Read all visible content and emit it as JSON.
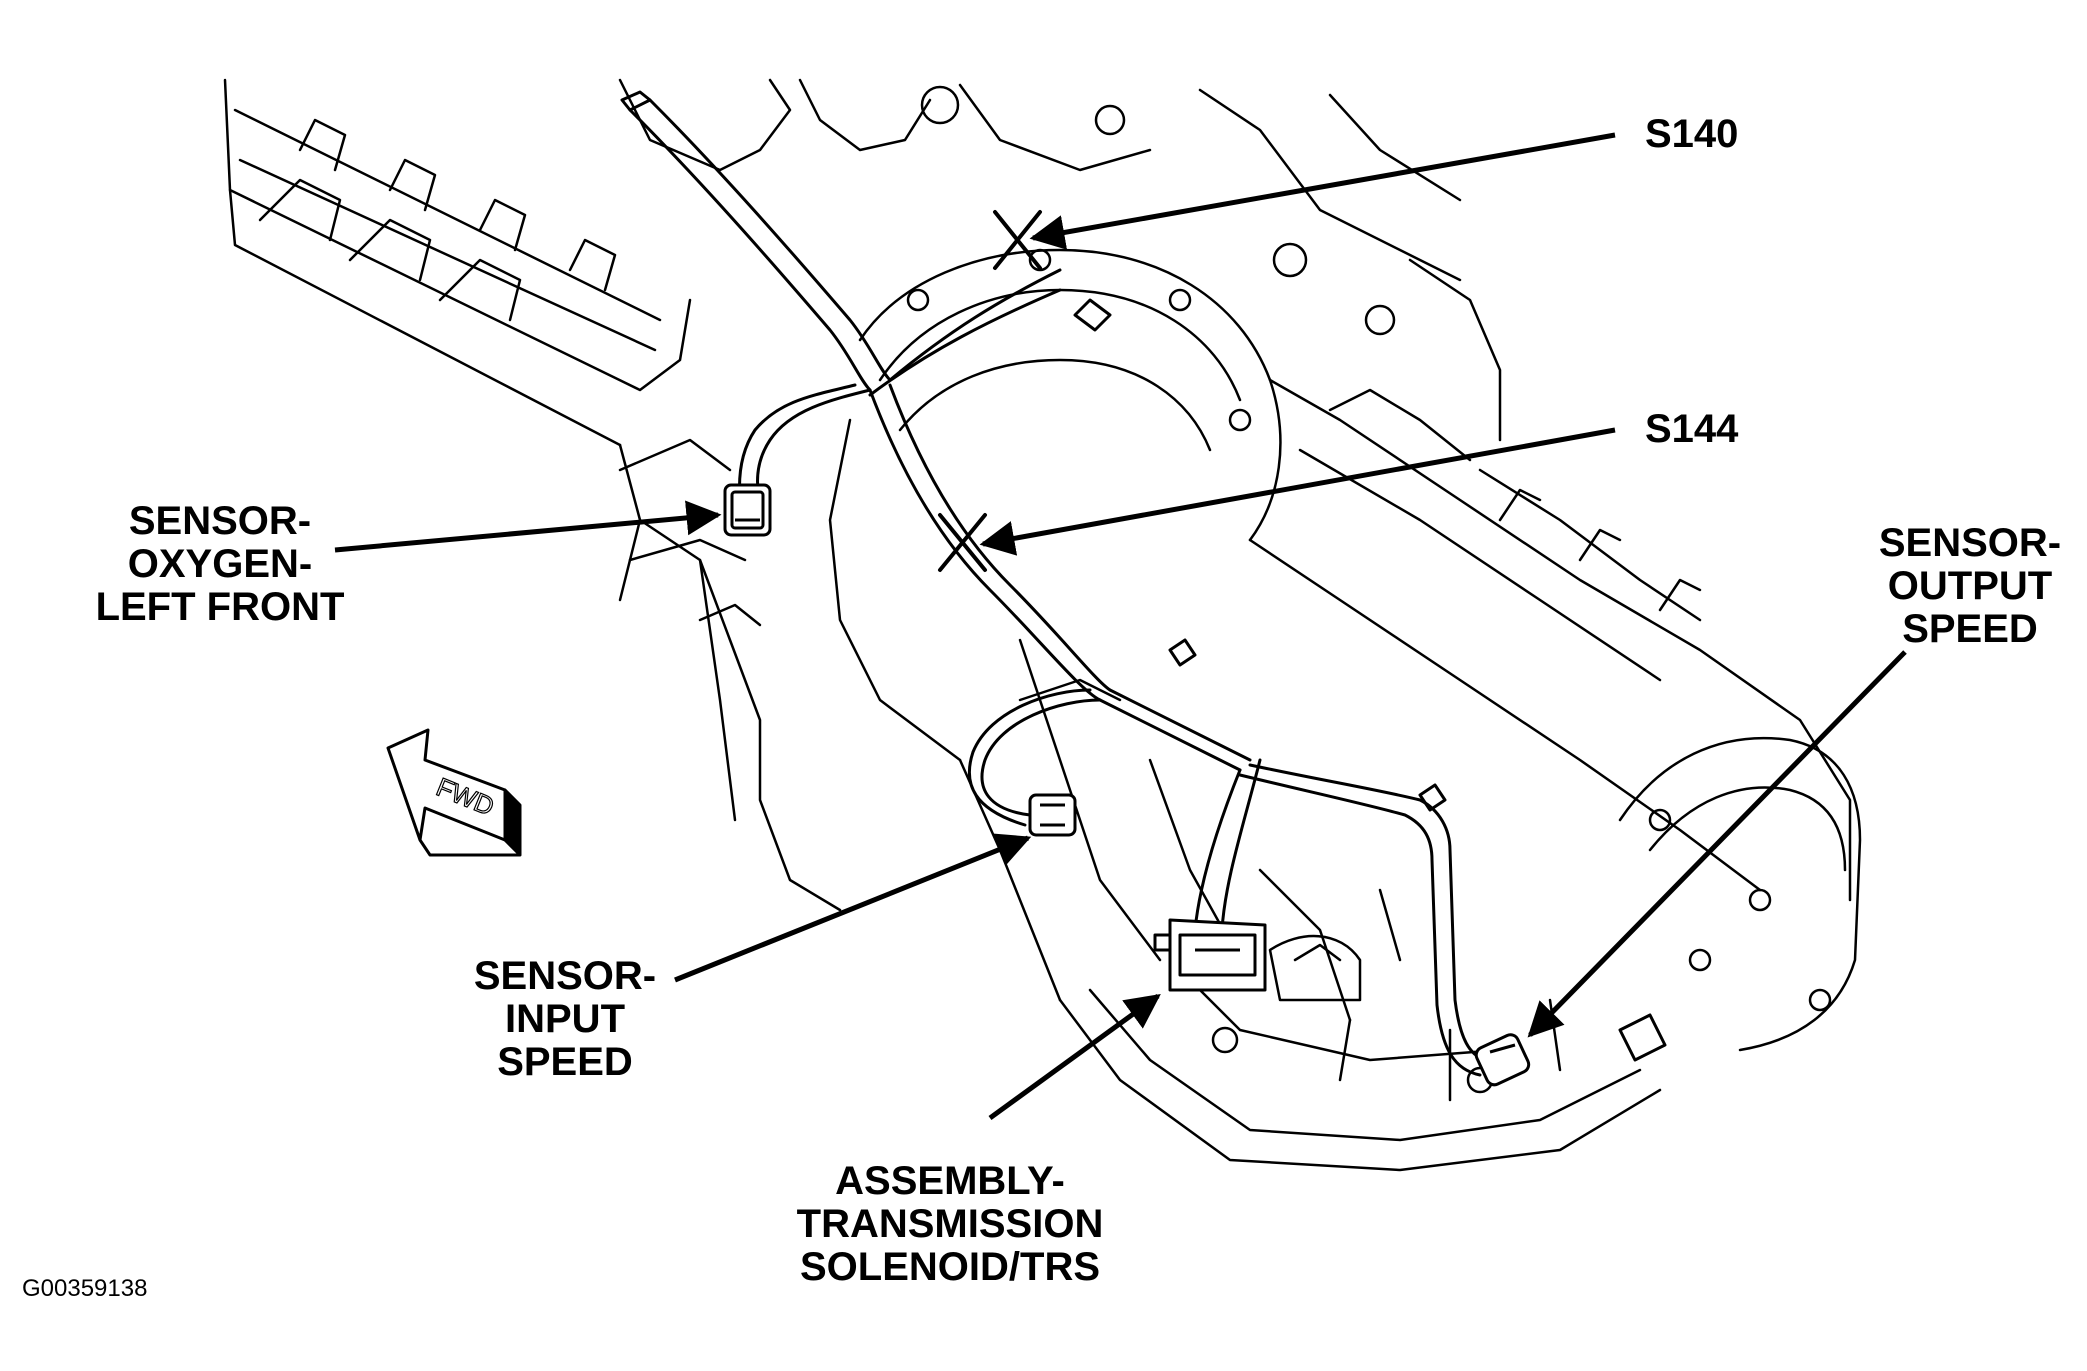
{
  "figure_id": "G00359138",
  "direction_marker": "FWD",
  "callouts": {
    "s140": "S140",
    "s144": "S144"
  },
  "labels": {
    "oxygen_sensor": [
      "SENSOR-",
      "OXYGEN-",
      "LEFT FRONT"
    ],
    "input_speed": [
      "SENSOR-",
      "INPUT",
      "SPEED"
    ],
    "output_speed": [
      "SENSOR-",
      "OUTPUT",
      "SPEED"
    ],
    "solenoid_assembly": [
      "ASSEMBLY-",
      "TRANSMISSION",
      "SOLENOID/TRS"
    ]
  }
}
